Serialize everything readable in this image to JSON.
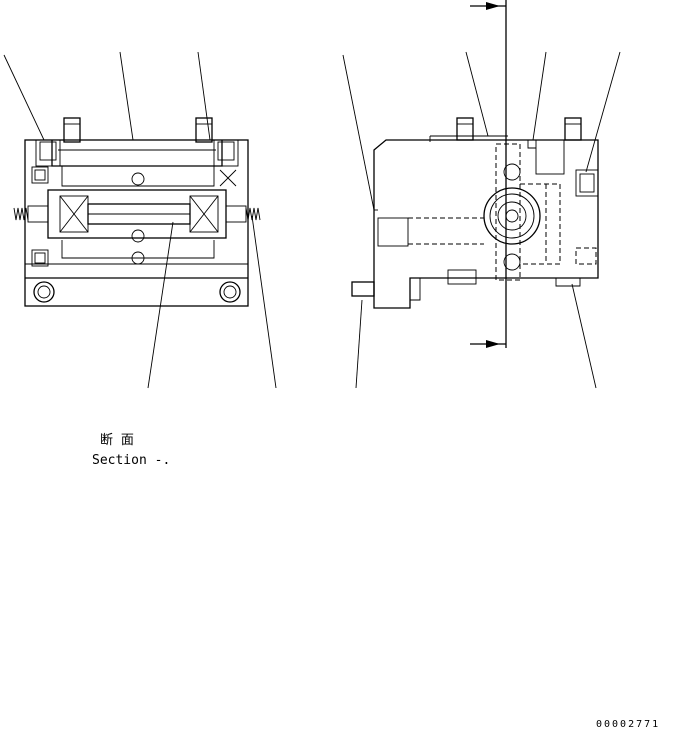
{
  "labels": {
    "section_kanji": "断 面",
    "section_text": "Section  -.",
    "drawing_number": "00002771"
  }
}
